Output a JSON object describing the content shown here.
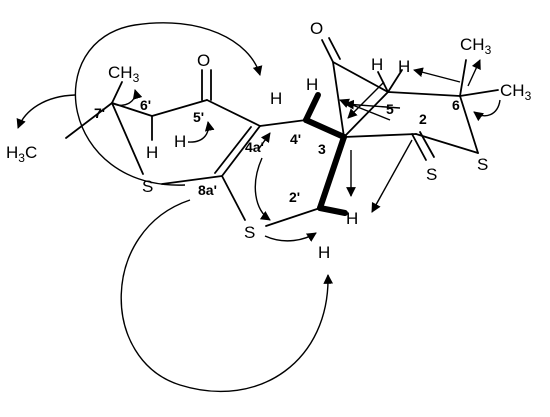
{
  "atoms": {
    "o_left": "O",
    "o_right": "O",
    "s_ring_left": "S",
    "s_ring_bottom": "S",
    "s_ring_right": "S",
    "s_thione": "S",
    "h_6prime": "H",
    "h_5prime": "H",
    "h_4prime": "H",
    "h_c3_up": "H",
    "h_5a": "H",
    "h_5b": "H",
    "h_2prime_a": "H",
    "h_2prime_b": "H",
    "ch3_left_main": "CH",
    "ch3_left_sub": "3",
    "h3c_main": "H",
    "h3c_sub": "3",
    "h3c_tail": "C",
    "ch3_right_top_main": "CH",
    "ch3_right_top_sub": "3",
    "ch3_right_main": "CH",
    "ch3_right_sub": "3"
  },
  "numbering": {
    "n7p": "7'",
    "n6p": "6'",
    "n5p": "5'",
    "n4ap": "4a'",
    "n8ap": "8a'",
    "n4p": "4'",
    "n2p": "2'",
    "n3": "3",
    "n2": "2",
    "n5": "5",
    "n6": "6"
  }
}
